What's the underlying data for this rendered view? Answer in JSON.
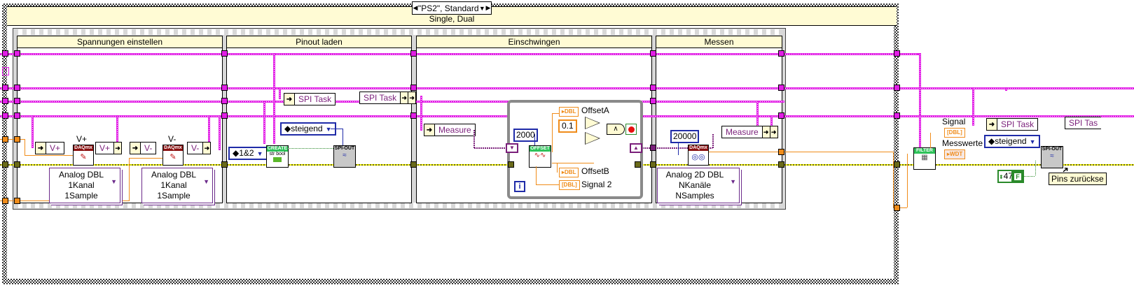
{
  "case_structure": {
    "selector_value": "\"PS2\", Standard",
    "case_label": "Single, Dual",
    "prev_arrow": "◀",
    "next_arrow": "▶",
    "dropdown_icon": "▼"
  },
  "sequence_frames": [
    {
      "title": "Spannungen einstellen"
    },
    {
      "title": "Pinout laden"
    },
    {
      "title": "Einschwingen"
    },
    {
      "title": "Messen"
    }
  ],
  "frame1": {
    "vplus_label": "V+",
    "vminus_label": "V-",
    "prop_vplus_in": "V+",
    "prop_vplus_out": "V+",
    "prop_vminus_in": "V-",
    "prop_vminus_out": "V-",
    "daqmx_write_label": "DAQmx",
    "poly1_line1": "Analog DBL",
    "poly1_line2": "1Kanal 1Sample",
    "poly2_line1": "Analog DBL",
    "poly2_line2": "1Kanal 1Sample",
    "error_icon": "?"
  },
  "frame2": {
    "enum_channels": "1&2",
    "create_label": "CREATE",
    "create_sub": "str bool",
    "spi_task_in": "SPI Task",
    "spi_task_out": "SPI Task",
    "enum_edge": "steigend",
    "spi_out_label": "SPI-OUT"
  },
  "frame3": {
    "measure_prop": "Measure",
    "const_samples": "2000",
    "offset_label": "OFFSET",
    "offsetA": "OffsetA",
    "offsetB": "OffsetB",
    "signal2": "Signal 2",
    "threshold": "0.1",
    "dbl_tag": "DBL",
    "dbl_arr_tag": "DBL]",
    "and_symbol": "∧",
    "iteration_symbol": "i"
  },
  "frame4": {
    "const_samples": "20000",
    "daqmx_read_label": "DAQmx",
    "measure_prop": "Measure",
    "poly_line1": "Analog 2D DBL",
    "poly_line2": "NKanäle NSamples"
  },
  "outside": {
    "filter_label": "FILTER",
    "signal_label": "Signal",
    "messwerte_label": "Messwerte",
    "dbl_arr_tag": "DBL]",
    "wdt_tag": "WDT",
    "spi_task_in": "SPI Task",
    "spi_task_out": "SPI Tas",
    "enum_edge": "steigend",
    "spi_out_label": "SPI-OUT",
    "const_pin": "47",
    "bool_false": "F",
    "comment": "Pins zurückse"
  }
}
